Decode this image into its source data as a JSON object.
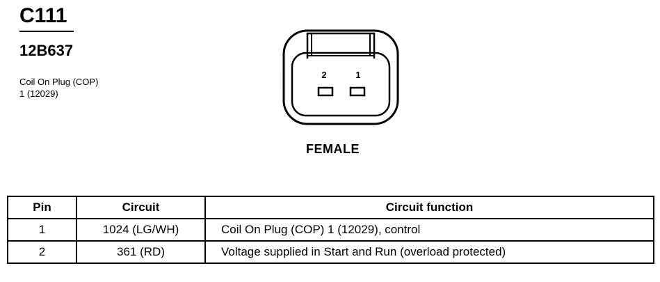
{
  "header": {
    "connector_id": "C111",
    "part_number": "12B637",
    "description_line1": "Coil On Plug (COP)",
    "description_line2": "1 (12029)"
  },
  "connector": {
    "pin_labels": [
      "2",
      "1"
    ],
    "gender": "FEMALE"
  },
  "pin_table": {
    "headers": [
      "Pin",
      "Circuit",
      "Circuit function"
    ],
    "rows": [
      {
        "pin": "1",
        "circuit": "1024 (LG/WH)",
        "function": "Coil On Plug (COP) 1 (12029), control"
      },
      {
        "pin": "2",
        "circuit": "361 (RD)",
        "function": "Voltage supplied in Start and Run (overload protected)"
      }
    ]
  }
}
